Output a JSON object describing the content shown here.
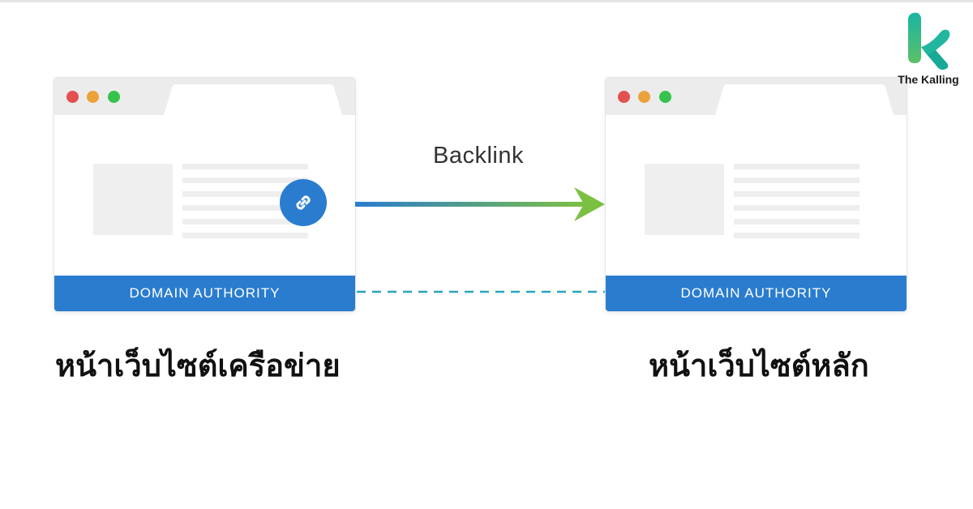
{
  "backlink_label": "Backlink",
  "left_browser": {
    "bar_label": "DOMAIN AUTHORITY",
    "caption": "หน้าเว็บไซต์เครือข่าย"
  },
  "right_browser": {
    "bar_label": "DOMAIN AUTHORITY",
    "caption": "หน้าเว็บไซต์หลัก"
  },
  "logo": {
    "text": "The Kalling"
  },
  "colors": {
    "blue": "#2a7ccf",
    "arrow_start": "#2a7ccf",
    "arrow_end": "#7cc043",
    "dashed": "#2aa3c0",
    "logo_teal": "#19b5a3",
    "logo_green": "#5cc068"
  },
  "icons": {
    "link_badge": "link-icon"
  }
}
